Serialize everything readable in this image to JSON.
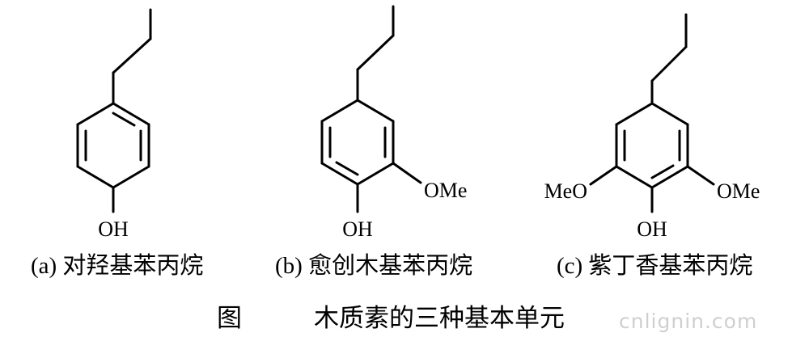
{
  "structures": [
    {
      "caption": "(a) 对羟基苯丙烷",
      "labels": {
        "para": "OH"
      }
    },
    {
      "caption": "(b) 愈创木基苯丙烷",
      "labels": {
        "para": "OH",
        "meta_right": "OMe"
      }
    },
    {
      "caption": "(c) 紫丁香基苯丙烷",
      "labels": {
        "para": "OH",
        "meta_right": "OMe",
        "meta_left": "MeO"
      }
    }
  ],
  "figure_label": "图",
  "figure_title": "木质素的三种基本单元",
  "watermark": "cnlignin.com"
}
